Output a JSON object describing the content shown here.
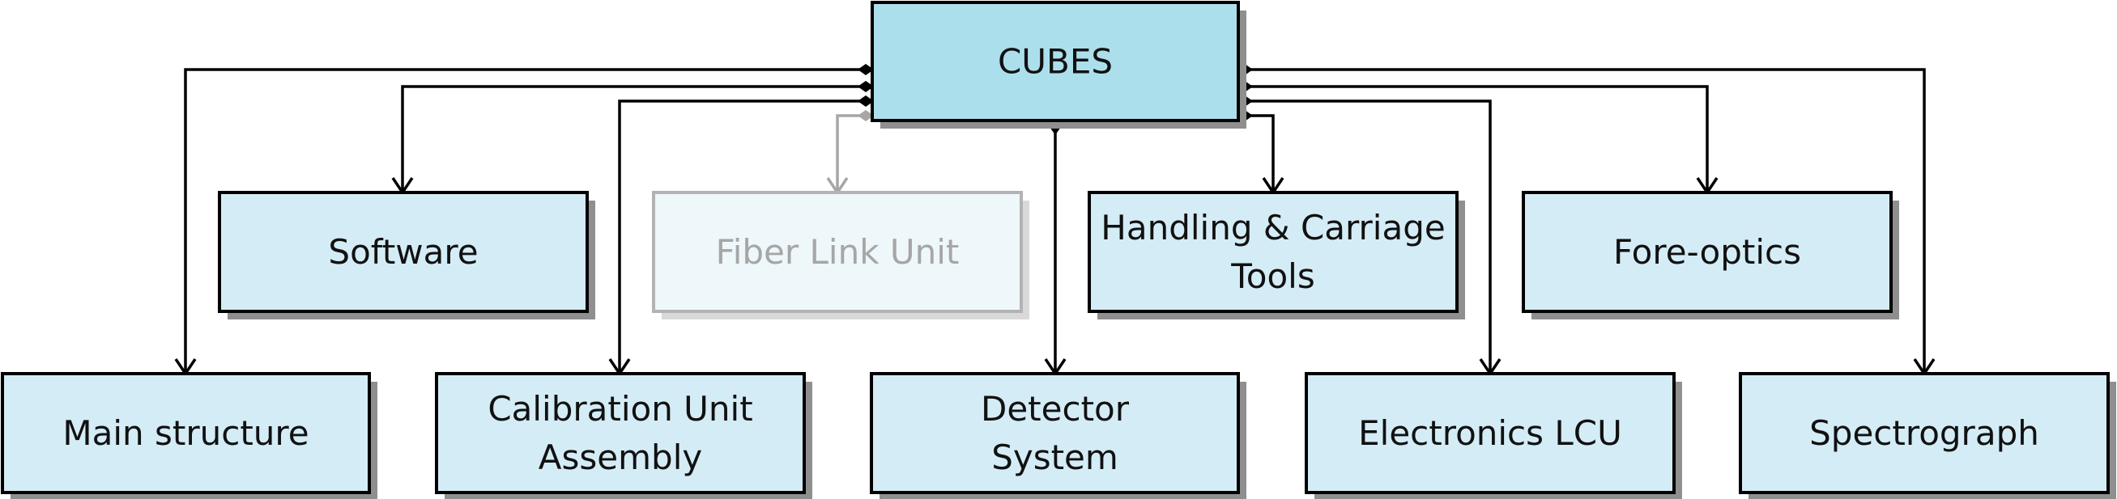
{
  "diagram": {
    "root": {
      "id": "cubes",
      "label": [
        "CUBES"
      ]
    },
    "children": [
      {
        "id": "main-structure",
        "label": [
          "Main structure"
        ],
        "faded": false
      },
      {
        "id": "software",
        "label": [
          "Software"
        ],
        "faded": false
      },
      {
        "id": "calibration-unit-assembly",
        "label": [
          "Calibration Unit",
          "Assembly"
        ],
        "faded": false
      },
      {
        "id": "fiber-link-unit",
        "label": [
          "Fiber Link Unit"
        ],
        "faded": true
      },
      {
        "id": "detector-system",
        "label": [
          "Detector",
          "System"
        ],
        "faded": false
      },
      {
        "id": "handling-carriage-tools",
        "label": [
          "Handling & Carriage",
          "Tools"
        ],
        "faded": false
      },
      {
        "id": "electronics-lcu",
        "label": [
          "Electronics LCU"
        ],
        "faded": false
      },
      {
        "id": "fore-optics",
        "label": [
          "Fore-optics"
        ],
        "faded": false
      },
      {
        "id": "spectrograph",
        "label": [
          "Spectrograph"
        ],
        "faded": false
      }
    ]
  }
}
